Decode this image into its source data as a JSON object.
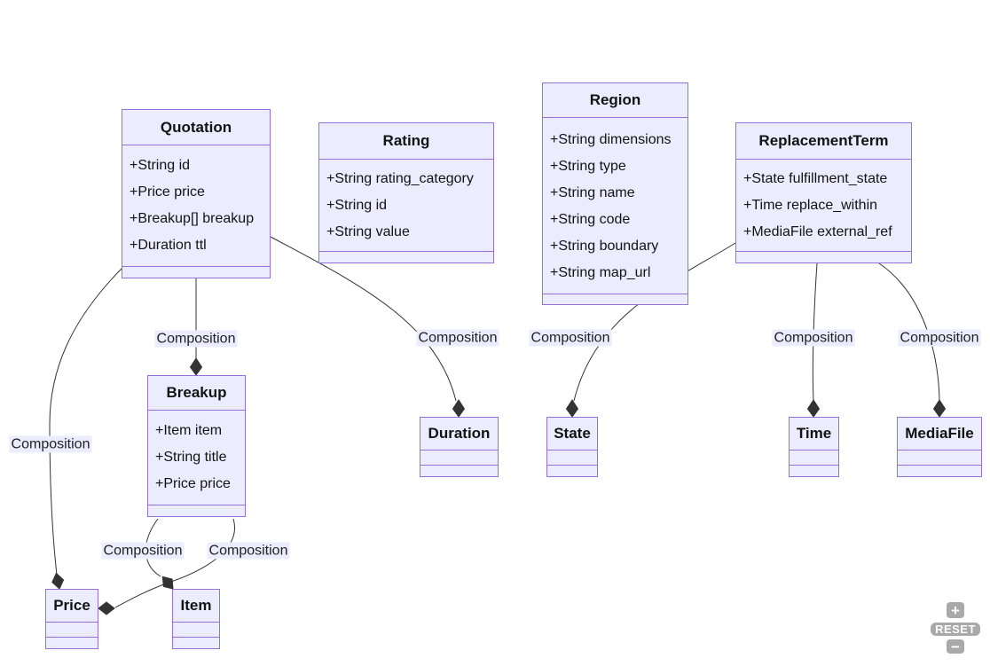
{
  "diagram": {
    "classes": [
      {
        "id": "quotation",
        "name": "Quotation",
        "attributes": [
          "+String id",
          "+Price price",
          "+Breakup[] breakup",
          "+Duration ttl"
        ]
      },
      {
        "id": "rating",
        "name": "Rating",
        "attributes": [
          "+String rating_category",
          "+String id",
          "+String value"
        ]
      },
      {
        "id": "region",
        "name": "Region",
        "attributes": [
          "+String dimensions",
          "+String type",
          "+String name",
          "+String code",
          "+String boundary",
          "+String map_url"
        ]
      },
      {
        "id": "replacementterm",
        "name": "ReplacementTerm",
        "attributes": [
          "+State fulfillment_state",
          "+Time replace_within",
          "+MediaFile external_ref"
        ]
      },
      {
        "id": "breakup",
        "name": "Breakup",
        "attributes": [
          "+Item item",
          "+String title",
          "+Price price"
        ]
      },
      {
        "id": "duration",
        "name": "Duration",
        "attributes": []
      },
      {
        "id": "state",
        "name": "State",
        "attributes": []
      },
      {
        "id": "time",
        "name": "Time",
        "attributes": []
      },
      {
        "id": "mediafile",
        "name": "MediaFile",
        "attributes": []
      },
      {
        "id": "price",
        "name": "Price",
        "attributes": []
      },
      {
        "id": "item",
        "name": "Item",
        "attributes": []
      }
    ],
    "relationships": [
      {
        "from": "Quotation",
        "to": "Breakup",
        "type": "composition",
        "label": "Composition"
      },
      {
        "from": "Quotation",
        "to": "Price",
        "type": "composition",
        "label": "Composition"
      },
      {
        "from": "Quotation",
        "to": "Duration",
        "type": "composition",
        "label": "Composition"
      },
      {
        "from": "ReplacementTerm",
        "to": "State",
        "type": "composition",
        "label": "Composition"
      },
      {
        "from": "ReplacementTerm",
        "to": "Time",
        "type": "composition",
        "label": "Composition"
      },
      {
        "from": "ReplacementTerm",
        "to": "MediaFile",
        "type": "composition",
        "label": "Composition"
      },
      {
        "from": "Breakup",
        "to": "Price",
        "type": "composition",
        "label": "Composition"
      },
      {
        "from": "Breakup",
        "to": "Item",
        "type": "composition",
        "label": "Composition"
      }
    ]
  },
  "controls": {
    "zoom_in_label": "+",
    "reset_label": "RESET",
    "zoom_out_label": "−"
  },
  "colors": {
    "class_fill": "#ECECFF",
    "class_border": "#9370DB",
    "edge": "#333333",
    "edge_label_bg": "#ECECFF",
    "control_bg": "#A9A9A9"
  }
}
